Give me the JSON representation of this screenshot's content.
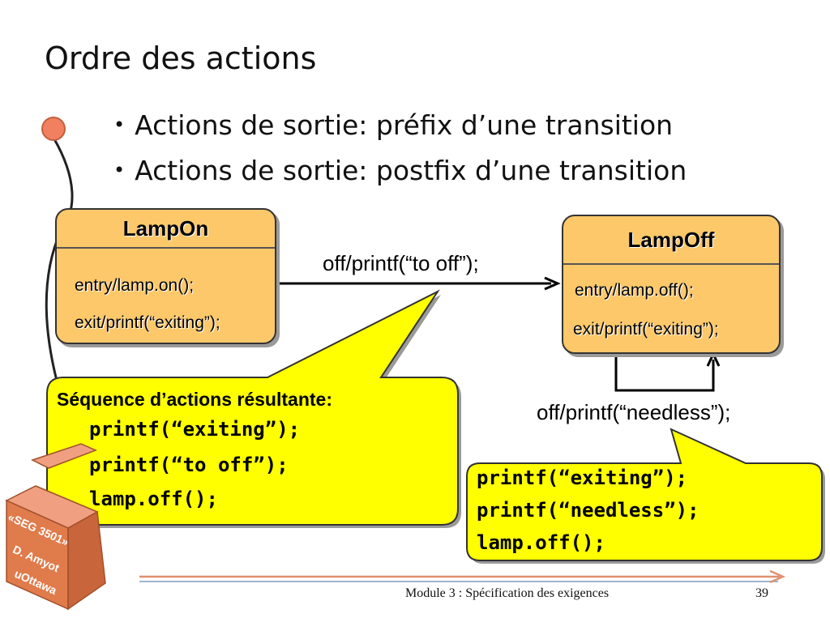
{
  "title": "Ordre des actions",
  "bullets": [
    "Actions de sortie: préfix d’une transition",
    "Actions de sortie: postfix d’une transition"
  ],
  "states": {
    "lamp_on": {
      "name": "LampOn",
      "entry": "entry/lamp.on();",
      "exit": "exit/printf(“exiting”);"
    },
    "lamp_off": {
      "name": "LampOff",
      "entry": "entry/lamp.off();",
      "exit": "exit/printf(“exiting”);"
    }
  },
  "transitions": {
    "to_off": "off/printf(“to off”);",
    "needless": "off/printf(“needless”);"
  },
  "callout_left": {
    "heading": "Séquence d’actions résultante:",
    "lines": [
      "printf(“exiting”);",
      "printf(“to off”);",
      "lamp.off();"
    ]
  },
  "callout_right": {
    "lines": [
      "printf(“exiting”);",
      "printf(“needless”);",
      "lamp.off();"
    ]
  },
  "badge": {
    "lines": [
      "«SEG 3501»",
      "D. Amyot",
      "uOttawa"
    ]
  },
  "footer": {
    "module": "Module 3 : Spécification des exigences",
    "page": "39"
  },
  "colors": {
    "state_fill": "#fcc86a",
    "callout_fill": "#ffff00",
    "badge_fill": "#e07b4b",
    "knob_fill": "#f08060"
  }
}
